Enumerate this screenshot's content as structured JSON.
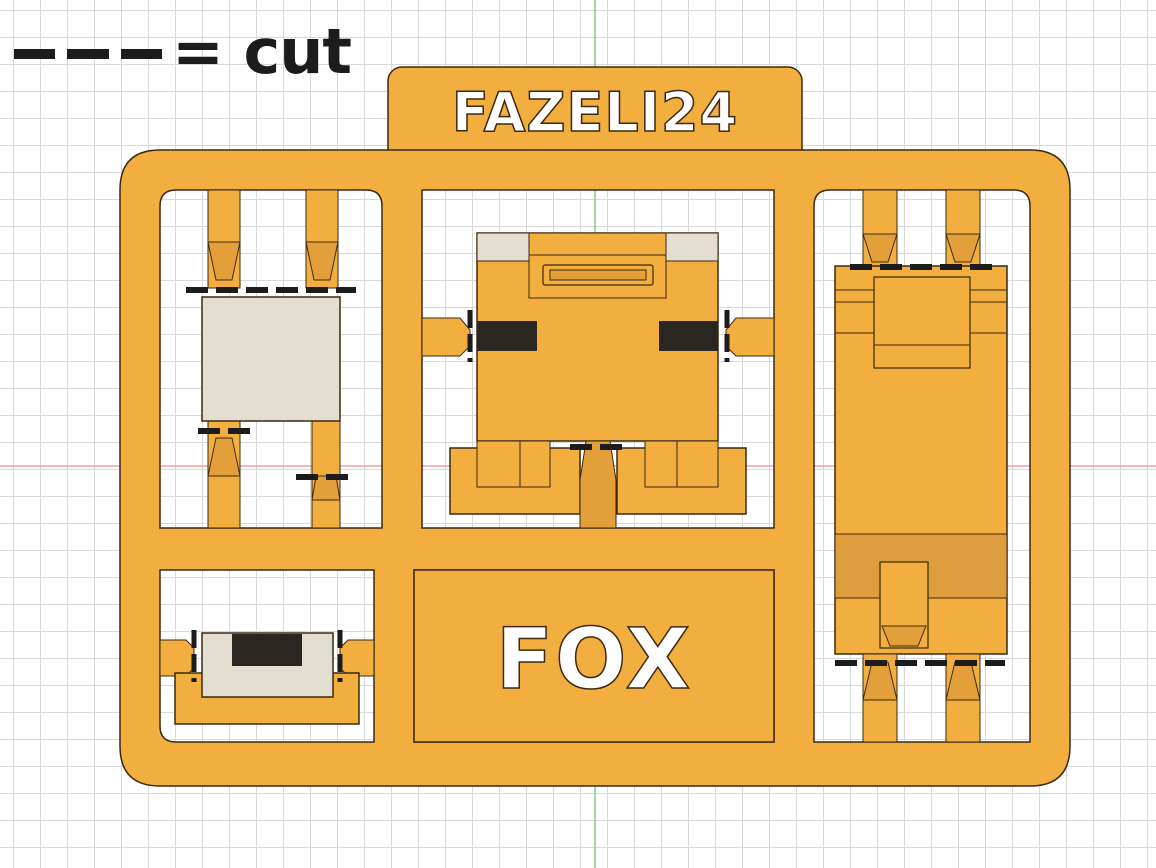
{
  "legend": {
    "symbol": "---",
    "label": "= cut"
  },
  "tag": {
    "text": "FAZELI24"
  },
  "panel": {
    "text": "FOX"
  },
  "colors": {
    "frame": "#F2AE3F",
    "frame_dark": "#E3A03A",
    "outline": "#3a2a10",
    "cut_mark": "#1c1c1c",
    "gray_part": "#E4DED0",
    "dark_part": "#2a2622",
    "axis_green": "#7fd07f",
    "axis_red": "#f0a0a0"
  }
}
